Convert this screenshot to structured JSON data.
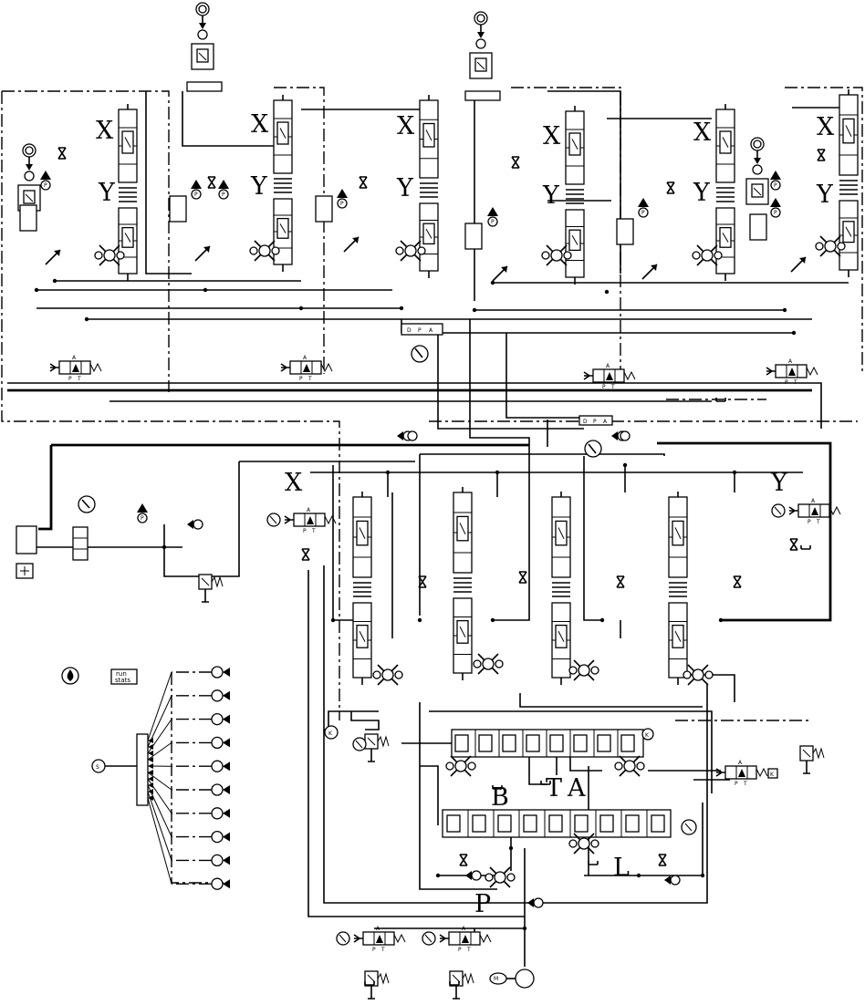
{
  "port_labels": {
    "x": "X",
    "y": "Y",
    "a": "A",
    "b": "B",
    "p": "P",
    "t": "T",
    "l": "L"
  },
  "valve_port_letters": {
    "a": "A",
    "p": "P",
    "t": "T"
  },
  "manifold_labels": [
    "D",
    "P",
    "A"
  ],
  "sensor_letter": "P",
  "junction_letter": "K",
  "stop_letter": "S",
  "motor_letter": "M",
  "run_stats_label": "run\nstats"
}
